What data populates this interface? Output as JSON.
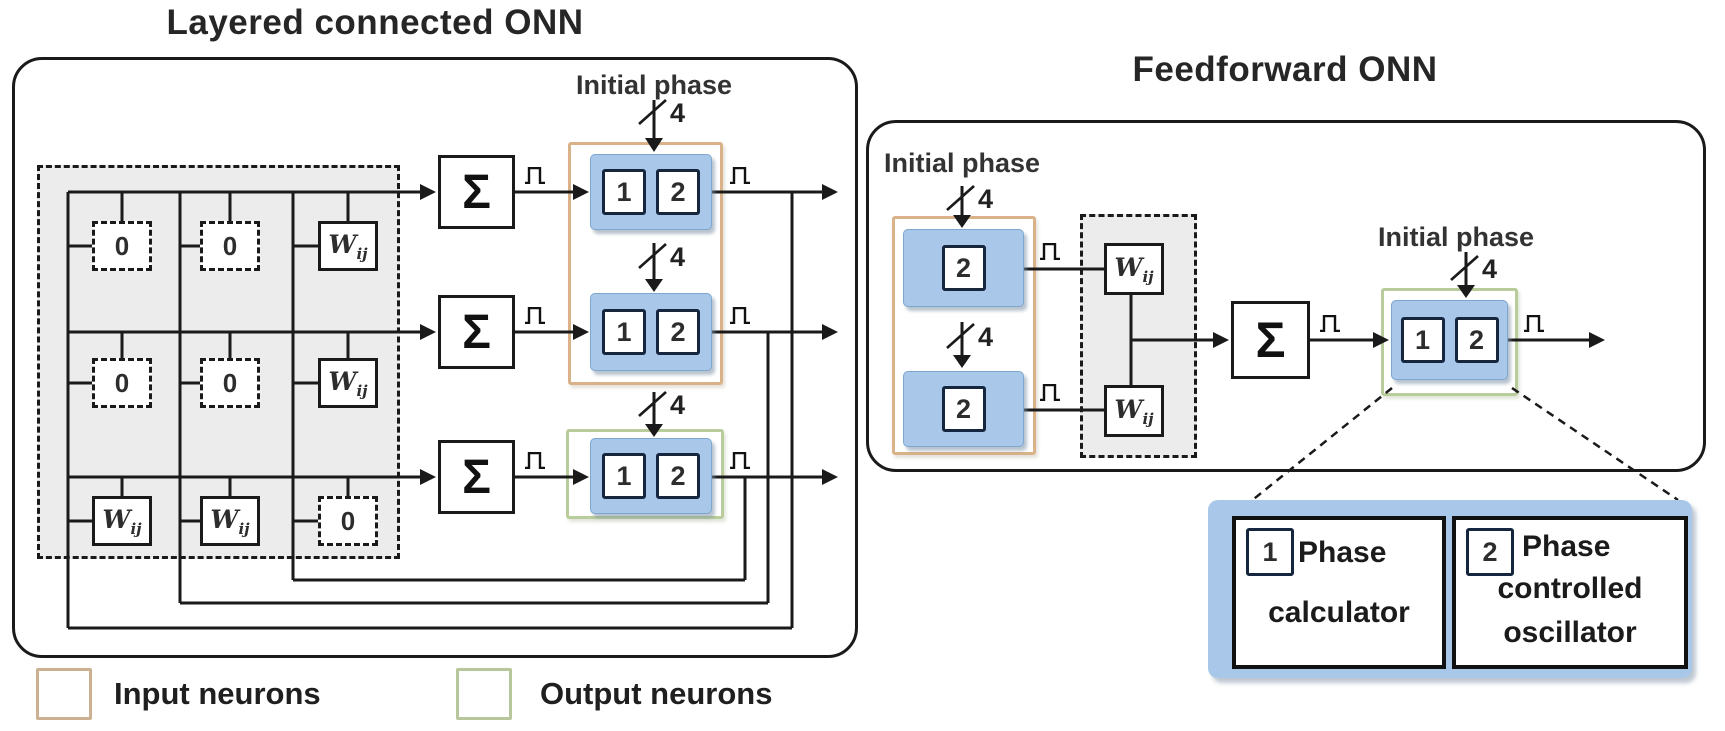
{
  "titles": {
    "left": "Layered connected ONN",
    "right": "Feedforward ONN"
  },
  "labels": {
    "initial_phase": "Initial phase",
    "bus_width": "4",
    "sum": "Σ",
    "zero": "0",
    "w": "W",
    "w_sub": "ij",
    "n1": "1",
    "n2": "2"
  },
  "matrix": {
    "rows": [
      [
        "0",
        "0",
        "Wij"
      ],
      [
        "0",
        "0",
        "Wij"
      ],
      [
        "Wij",
        "Wij",
        "0"
      ]
    ]
  },
  "ff_weights": [
    "Wij",
    "Wij"
  ],
  "legend": {
    "input": "Input neurons",
    "output": "Output neurons"
  },
  "callout": {
    "block1": {
      "num": "1",
      "lines": [
        "Phase",
        "calculator"
      ]
    },
    "block2": {
      "num": "2",
      "lines": [
        "Phase",
        "controlled",
        "oscillator"
      ]
    }
  },
  "colors": {
    "neuron_fill": "#a9c7e8",
    "input_border": "#d9b289",
    "output_border": "#b9cc9b",
    "matrix_fill": "#ececec",
    "line": "#1a1a1a"
  }
}
